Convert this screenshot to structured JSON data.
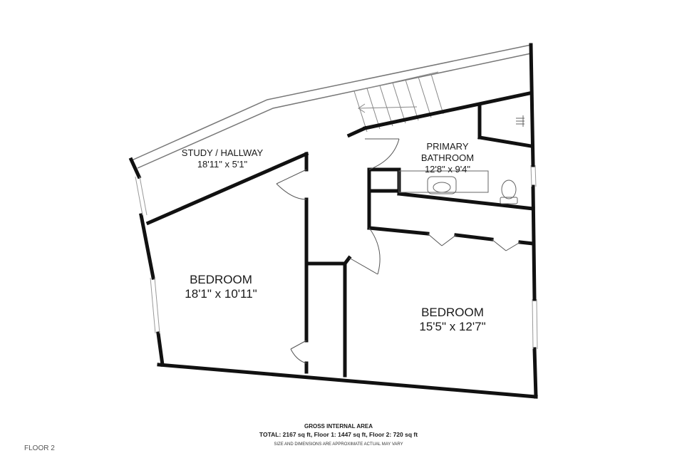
{
  "rooms": {
    "study_hallway": {
      "name": "STUDY / HALLWAY",
      "dims": "18'11\" x 5'1\""
    },
    "primary_bathroom": {
      "name_line1": "PRIMARY",
      "name_line2": "BATHROOM",
      "dims": "12'8\" x 9'4\""
    },
    "bedroom_left": {
      "name": "BEDROOM",
      "dims": "18'1\" x 10'11\""
    },
    "bedroom_right": {
      "name": "BEDROOM",
      "dims": "15'5\" x 12'7\""
    }
  },
  "footer": {
    "title": "GROSS INTERNAL AREA",
    "total": "TOTAL: 2167 sq ft, Floor 1: 1447 sq ft, Floor 2: 720 sq ft",
    "note": "SIZE AND DIMENSIONS ARE APPROXIMATE ACTUAL MAY VARY",
    "floor": "FLOOR 2"
  },
  "colors": {
    "wall": "#111111",
    "thin_line": "#777777",
    "window": "#999999"
  }
}
